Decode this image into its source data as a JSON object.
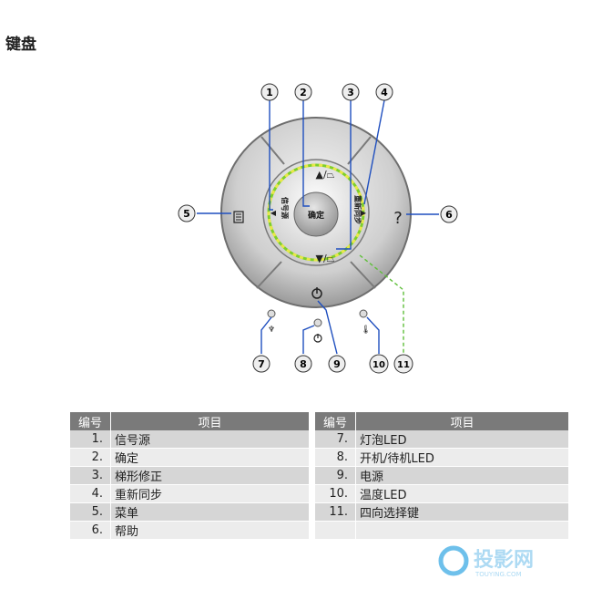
{
  "page": {
    "title": "键盘"
  },
  "diagram": {
    "center_label": "确定",
    "left_key_text": "信号源",
    "right_key_text": "重新同步",
    "up_symbol": "▲/⏢",
    "down_symbol": "▼/⏢",
    "help_symbol": "?",
    "callouts": [
      "1",
      "2",
      "3",
      "4",
      "5",
      "6",
      "7",
      "8",
      "9",
      "10",
      "11"
    ]
  },
  "table_left": {
    "headers": [
      "编号",
      "项目"
    ],
    "rows": [
      {
        "num": "1.",
        "item": "信号源"
      },
      {
        "num": "2.",
        "item": "确定"
      },
      {
        "num": "3.",
        "item": "梯形修正"
      },
      {
        "num": "4.",
        "item": "重新同步"
      },
      {
        "num": "5.",
        "item": "菜单"
      },
      {
        "num": "6.",
        "item": "帮助"
      }
    ]
  },
  "table_right": {
    "headers": [
      "编号",
      "项目"
    ],
    "rows": [
      {
        "num": "7.",
        "item": "灯泡LED"
      },
      {
        "num": "8.",
        "item": "开机/待机LED"
      },
      {
        "num": "9.",
        "item": "电源"
      },
      {
        "num": "10.",
        "item": "温度LED"
      },
      {
        "num": "11.",
        "item": "四向选择键"
      },
      {
        "num": "",
        "item": ""
      }
    ]
  },
  "watermark": {
    "text": "投影网",
    "subtext": "TOUYING.COM"
  },
  "colors": {
    "header_bg": "#7a7a7a",
    "row_odd": "#d6d6d6",
    "row_even": "#ececec",
    "ring_green": "#7fcf2a",
    "ring_yellow": "#e8e84a",
    "leader_blue": "#1f4fbf",
    "leader_green": "#5fbf3a"
  }
}
